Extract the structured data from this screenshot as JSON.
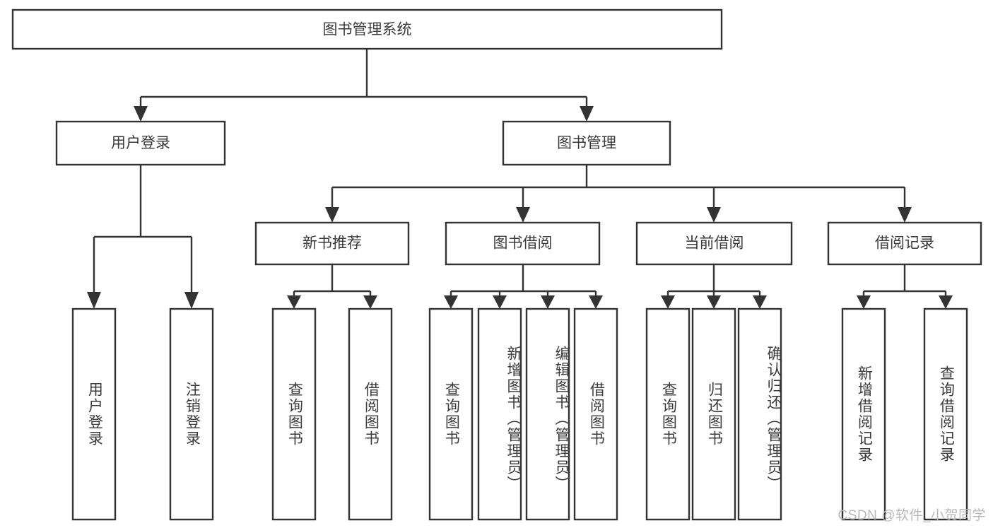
{
  "diagram": {
    "type": "tree-hierarchy",
    "title": "图书管理系统",
    "watermark": "CSDN @软件_小贺同学",
    "colors": {
      "box_stroke": "#333333",
      "box_fill": "#ffffff",
      "text": "#3a3a3a",
      "connector": "#333333",
      "watermark": "#b9b9b9",
      "background": "#ffffff"
    },
    "levels": {
      "level1": {
        "label": "图书管理系统"
      },
      "level2": [
        {
          "label": "用户登录"
        },
        {
          "label": "图书管理"
        }
      ],
      "level3": [
        {
          "label": "新书推荐"
        },
        {
          "label": "图书借阅"
        },
        {
          "label": "当前借阅"
        },
        {
          "label": "借阅记录"
        }
      ],
      "leaves": {
        "user_login": [
          {
            "label": "用户登录"
          },
          {
            "label": "注销登录"
          }
        ],
        "new_book_recommend": [
          {
            "label": "查询图书"
          },
          {
            "label": "借阅图书"
          }
        ],
        "book_borrow": [
          {
            "label": "查询图书"
          },
          {
            "label": "新增图书（管理员）"
          },
          {
            "label": "编辑图书（管理员）"
          },
          {
            "label": "借阅图书"
          }
        ],
        "current_borrow": [
          {
            "label": "查询图书"
          },
          {
            "label": "归还图书"
          },
          {
            "label": "确认归还（管理员）"
          }
        ],
        "borrow_record": [
          {
            "label": "新增借阅记录"
          },
          {
            "label": "查询借阅记录"
          }
        ]
      }
    }
  }
}
